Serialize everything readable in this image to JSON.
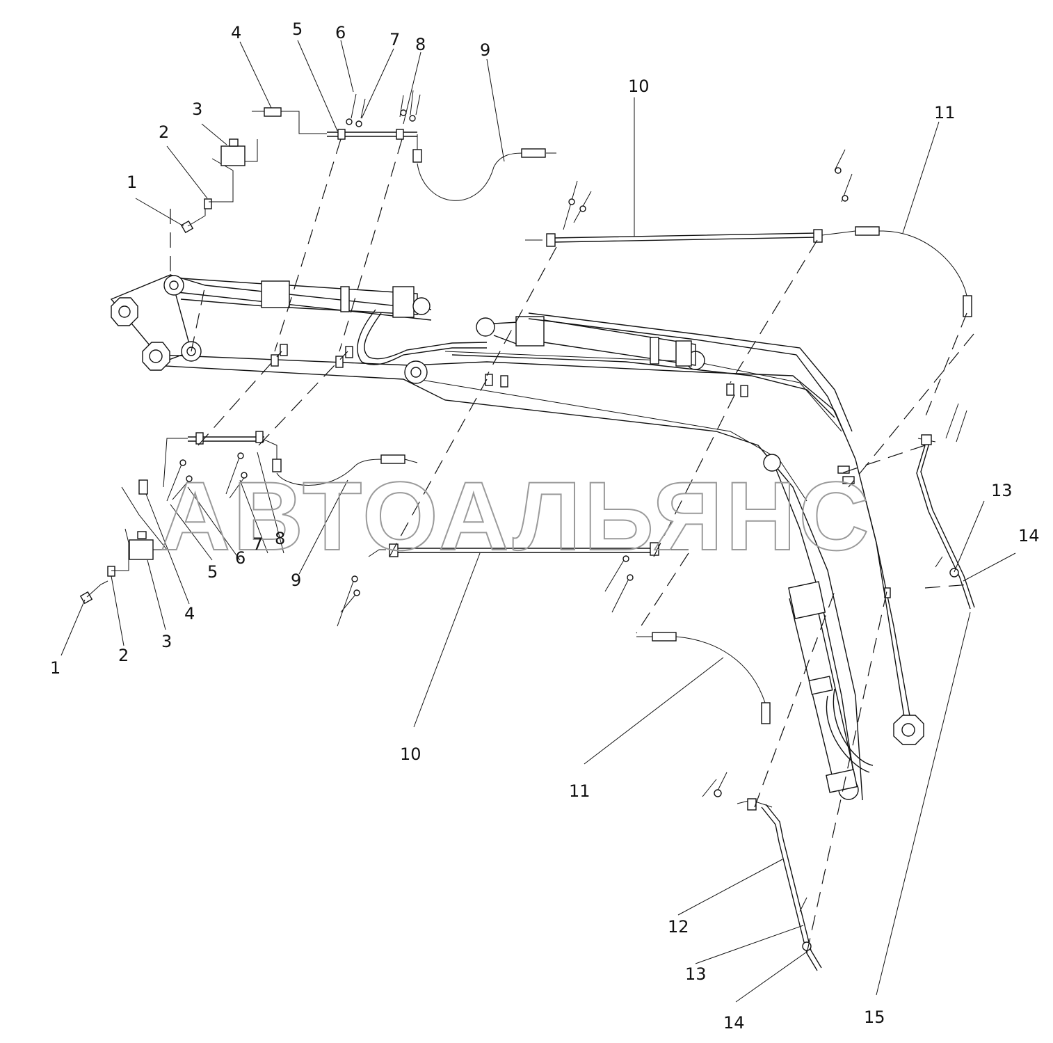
{
  "watermark": "АВТОАЛЬЯНС",
  "callouts": [
    {
      "text": "1"
    },
    {
      "text": "2"
    },
    {
      "text": "3"
    },
    {
      "text": "4"
    },
    {
      "text": "5"
    },
    {
      "text": "6"
    },
    {
      "text": "7"
    },
    {
      "text": "8"
    },
    {
      "text": "9"
    },
    {
      "text": "10"
    },
    {
      "text": "11"
    },
    {
      "text": "1"
    },
    {
      "text": "2"
    },
    {
      "text": "3"
    },
    {
      "text": "4"
    },
    {
      "text": "5"
    },
    {
      "text": "6"
    },
    {
      "text": "7"
    },
    {
      "text": "8"
    },
    {
      "text": "9"
    },
    {
      "text": "10"
    },
    {
      "text": "11"
    },
    {
      "text": "12"
    },
    {
      "text": "13"
    },
    {
      "text": "14"
    },
    {
      "text": "13"
    },
    {
      "text": "14"
    },
    {
      "text": "15"
    }
  ]
}
